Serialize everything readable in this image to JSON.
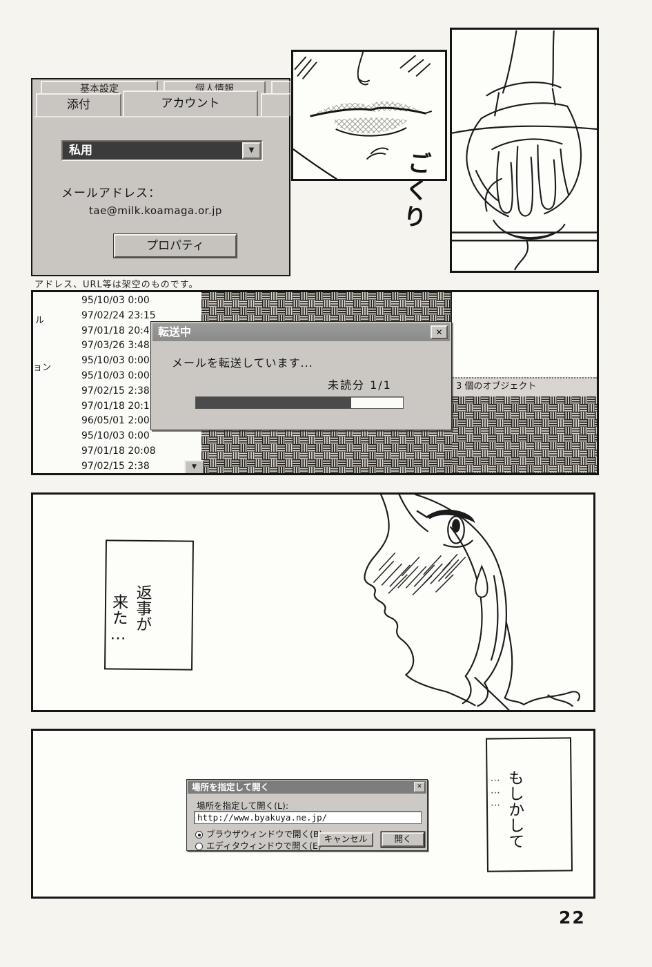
{
  "page_number": "22",
  "account_dialog": {
    "tabs_back": [
      "基本設定",
      "個人情報"
    ],
    "tabs_front": [
      "添付",
      "アカウント"
    ],
    "dropdown_value": "私用",
    "dropdown_icon": "▼",
    "email_label": "メールアドレス：",
    "email_value": "tae@milk.koamaga.or.jp",
    "properties_button": "プロパティ"
  },
  "caption": "アドレス、URL等は架空のものです。",
  "sfx_gulp": "ごくり",
  "mail_window": {
    "dates": [
      "95/10/03 0:00",
      "97/02/24 23:15",
      "97/01/18 20:4",
      "97/03/26 3:48",
      "95/10/03 0:00",
      "95/10/03 0:00",
      "97/02/15 2:38",
      "97/01/18 20:1",
      "96/05/01 2:00",
      "95/10/03 0:00",
      "97/01/18 20:08",
      "97/02/15 2:38"
    ],
    "left_fragments": [
      "ル",
      "ョン"
    ],
    "status_bar": "3 個のオブジェクト",
    "scroll_down_icon": "▼"
  },
  "progress_dialog": {
    "title": "転送中",
    "close_icon": "✕",
    "message": "メールを転送しています...",
    "unread": "未読分 1/1",
    "progress_percent": 75
  },
  "speech": {
    "reply_line1": "返事が",
    "reply_line2": "来た…",
    "maybe_text": "もしかして",
    "maybe_dots": "………"
  },
  "open_dialog": {
    "title": "場所を指定して開く",
    "close_icon": "✕",
    "label": "場所を指定して開く(L):",
    "url": "http://www.byakuya.ne.jp/",
    "radio_browser": "ブラウザウィンドウで開く(B)",
    "radio_editor": "エディタウィンドウで開く(E)",
    "cancel_button": "キャンセル",
    "open_button": "開く"
  }
}
